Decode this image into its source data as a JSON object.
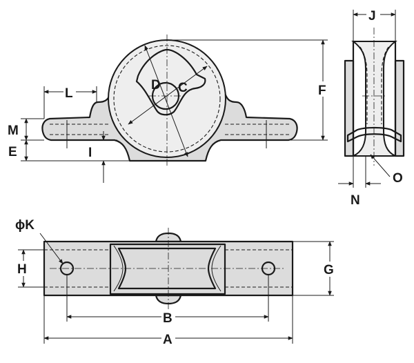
{
  "labels": {
    "A": "A",
    "B": "B",
    "C": "C",
    "D": "D",
    "E": "E",
    "F": "F",
    "G": "G",
    "H": "H",
    "I": "I",
    "J": "J",
    "K": "ϕK",
    "L": "L",
    "M": "M",
    "N": "N",
    "O": "O"
  }
}
